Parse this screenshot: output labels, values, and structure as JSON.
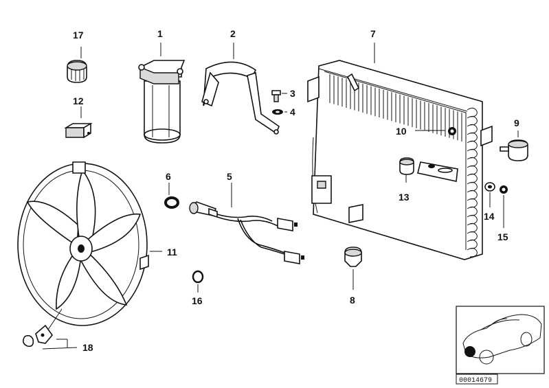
{
  "labels": {
    "p1": "1",
    "p2": "2",
    "p3": "3",
    "p4": "4",
    "p5": "5",
    "p6": "6",
    "p7": "7",
    "p8": "8",
    "p9": "9",
    "p10": "10",
    "p11": "11",
    "p12": "12",
    "p13": "13",
    "p14": "14",
    "p15": "15",
    "p16": "16",
    "p17": "17",
    "p18": "18"
  },
  "reference_number": "00014679"
}
